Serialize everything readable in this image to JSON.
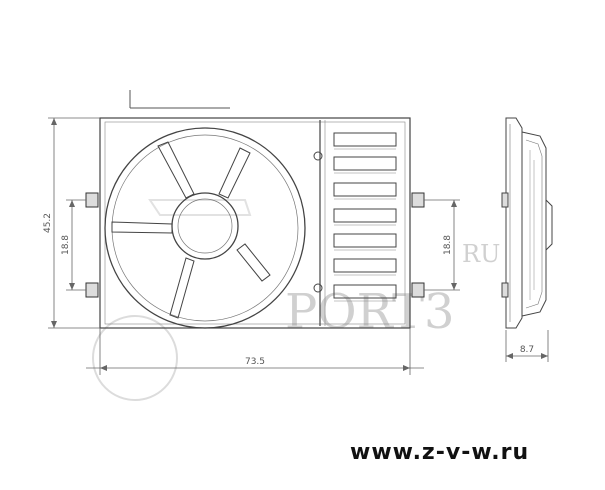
{
  "dimensions": {
    "height_total": "45.2",
    "mount_spacing_left": "18.8",
    "mount_spacing_right": "18.8",
    "width_total": "73.5",
    "depth": "8.7"
  },
  "watermark": {
    "text": "PORT3",
    "suffix": "RU"
  },
  "footer": {
    "url": "www.z-v-w.ru"
  }
}
